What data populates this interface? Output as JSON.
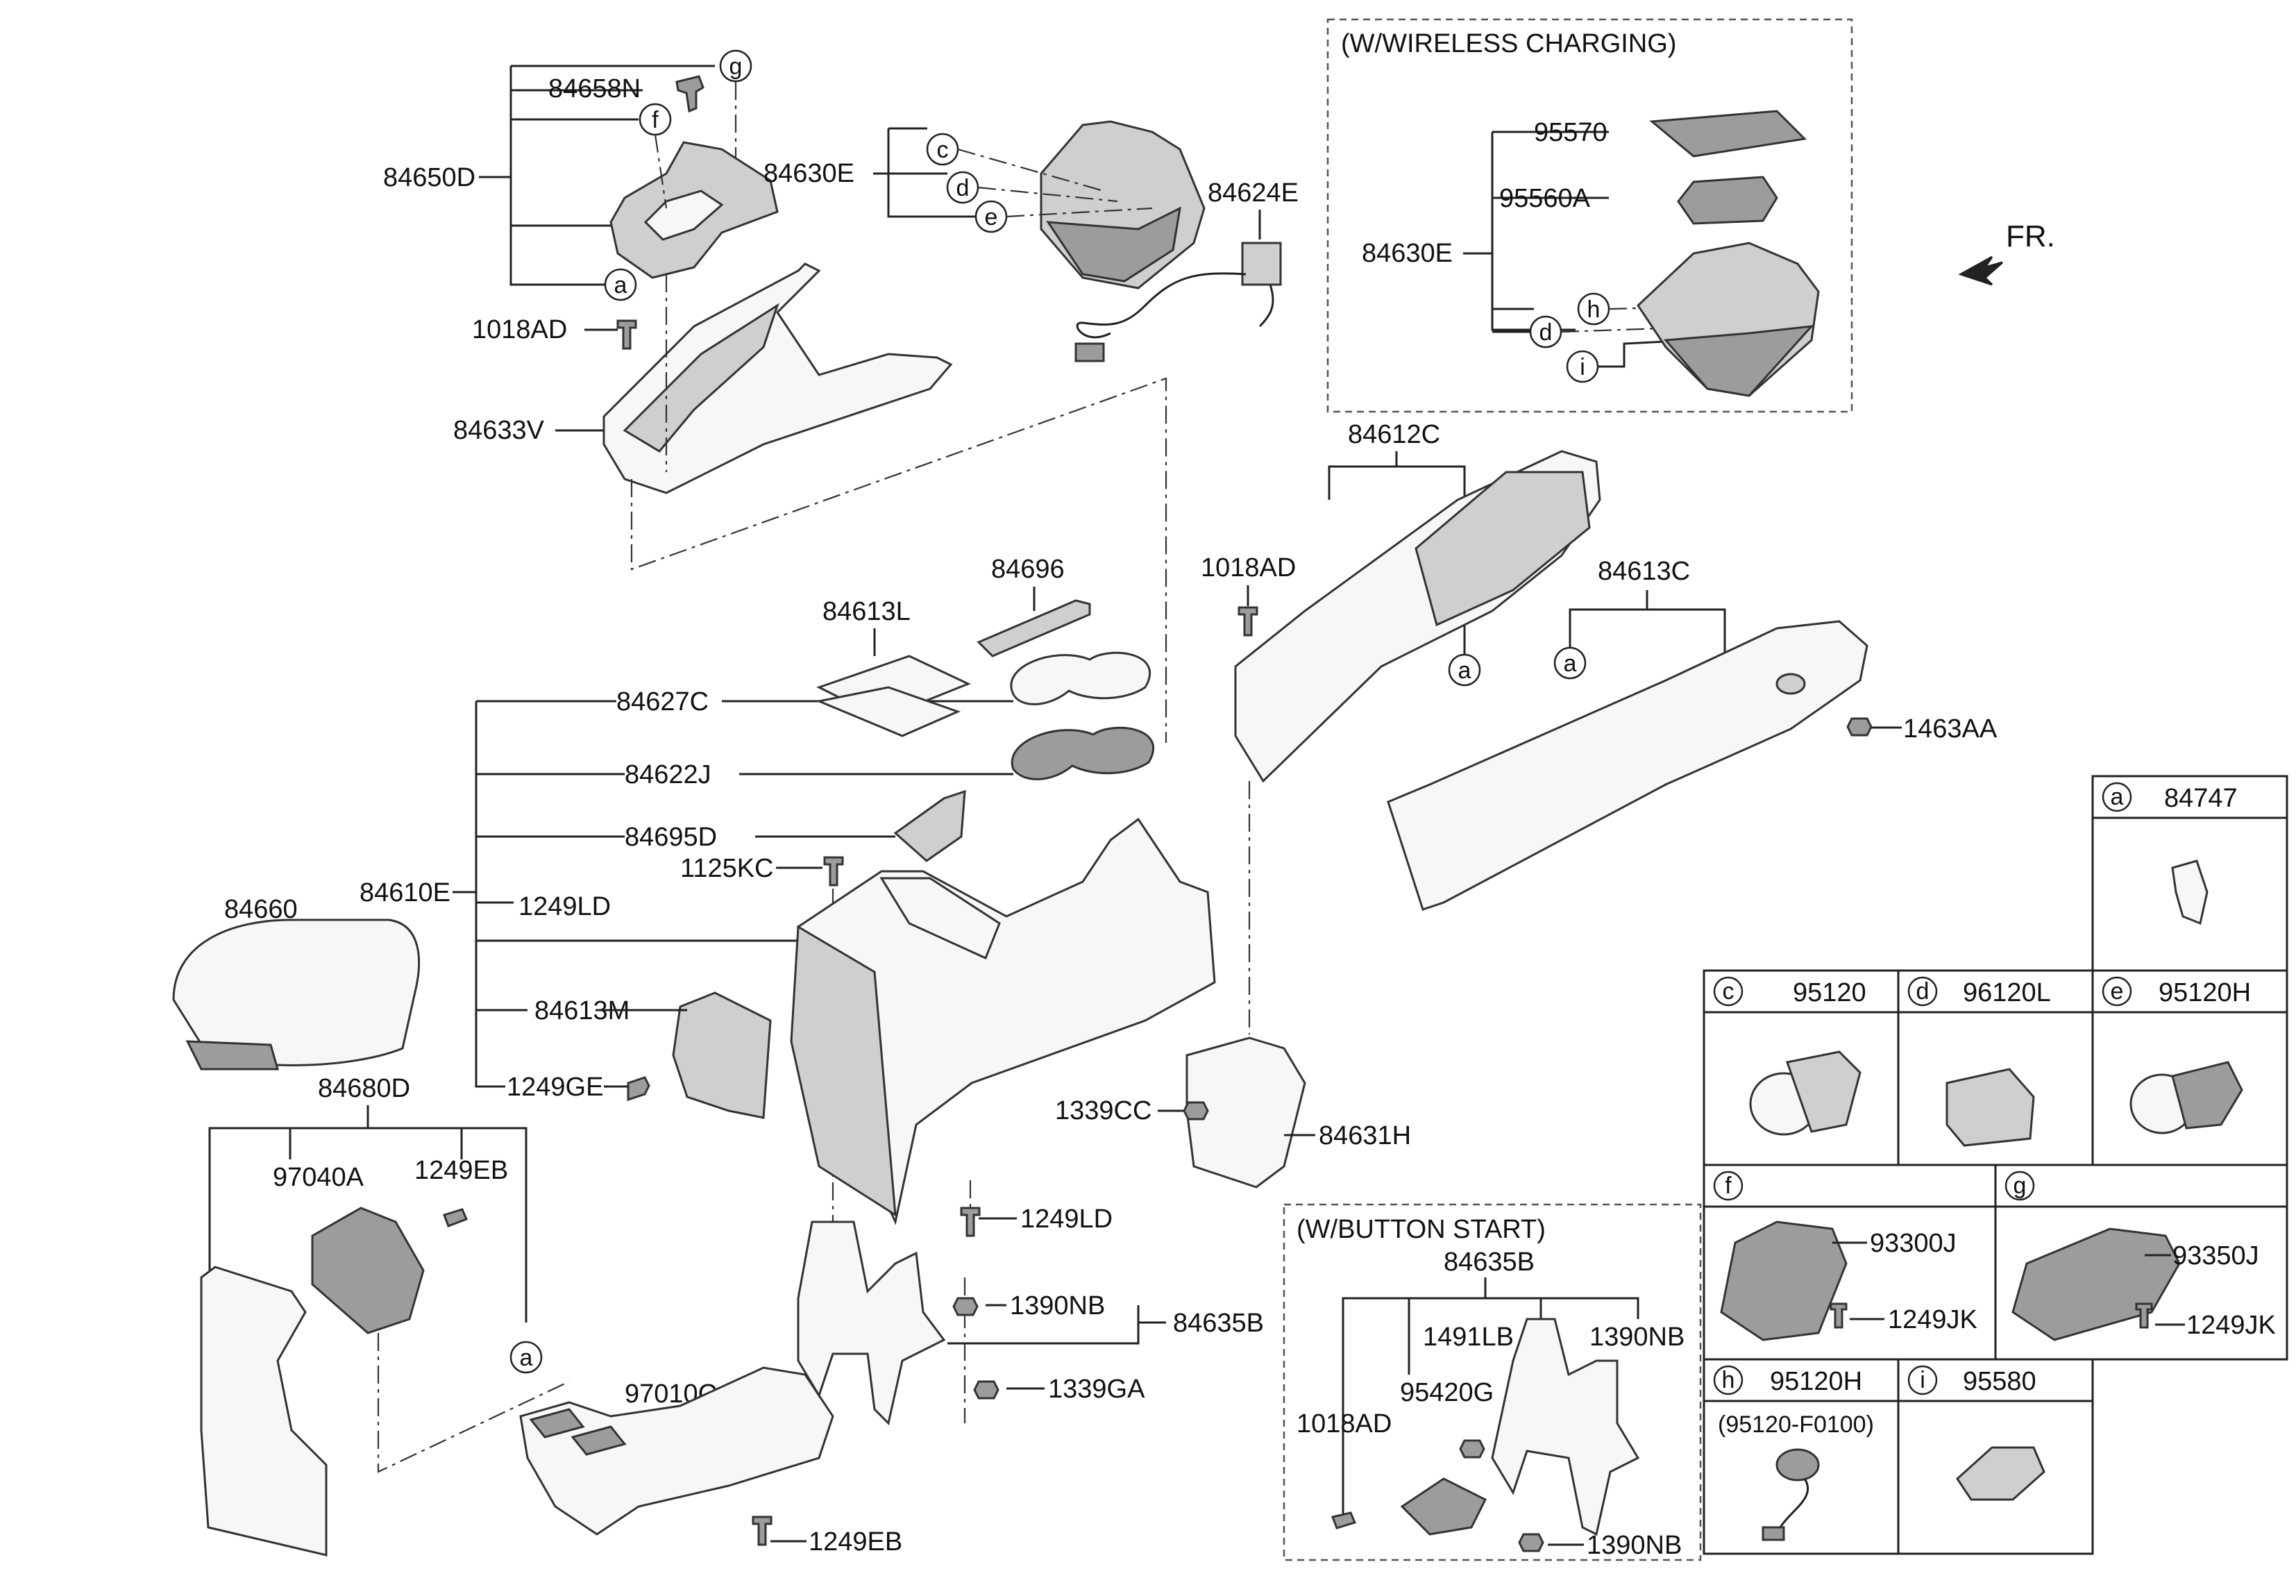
{
  "labels": {
    "p84650D": "84650D",
    "p84658N": "84658N",
    "p1018AD_a": "1018AD",
    "p84633V": "84633V",
    "p84630E": "84630E",
    "p84624E": "84624E",
    "p84696": "84696",
    "p84613L": "84613L",
    "p84627C": "84627C",
    "p84622J": "84622J",
    "p84695D": "84695D",
    "p1125KC": "1125KC",
    "p84610E": "84610E",
    "p1249LD_a": "1249LD",
    "p84613M": "84613M",
    "p1249GE": "1249GE",
    "p84660": "84660",
    "p84680D": "84680D",
    "p97040A": "97040A",
    "p1249EB_a": "1249EB",
    "p97010C": "97010C",
    "p1249EB_b": "1249EB",
    "p1249LD_b": "1249LD",
    "p1390NB_a": "1390NB",
    "p84635B_a": "84635B",
    "p1339GA": "1339GA",
    "p1339CC": "1339CC",
    "p84631H": "84631H",
    "p84612C": "84612C",
    "p1018AD_b": "1018AD",
    "p84613C": "84613C",
    "p1463AA": "1463AA",
    "fr": "FR."
  },
  "wireless_box": {
    "title": "(W/WIRELESS CHARGING)",
    "p95570": "95570",
    "p95560A": "95560A",
    "p84630E": "84630E"
  },
  "button_box": {
    "title": "(W/BUTTON START)",
    "p84635B": "84635B",
    "p1491LB": "1491LB",
    "p1390NB_a": "1390NB",
    "p95420G": "95420G",
    "p1018AD": "1018AD",
    "p1390NB_b": "1390NB"
  },
  "letters": {
    "a": "a",
    "c": "c",
    "d": "d",
    "e": "e",
    "f": "f",
    "g": "g",
    "h": "h",
    "i": "i"
  },
  "table": {
    "a_part": "84747",
    "c_part": "95120",
    "d_part": "96120L",
    "e_part": "95120H",
    "f_part1": "93300J",
    "f_part2": "1249JK",
    "g_part1": "93350J",
    "g_part2": "1249JK",
    "h_part": "95120H",
    "h_sub": "(95120-F0100)",
    "i_part": "95580"
  }
}
